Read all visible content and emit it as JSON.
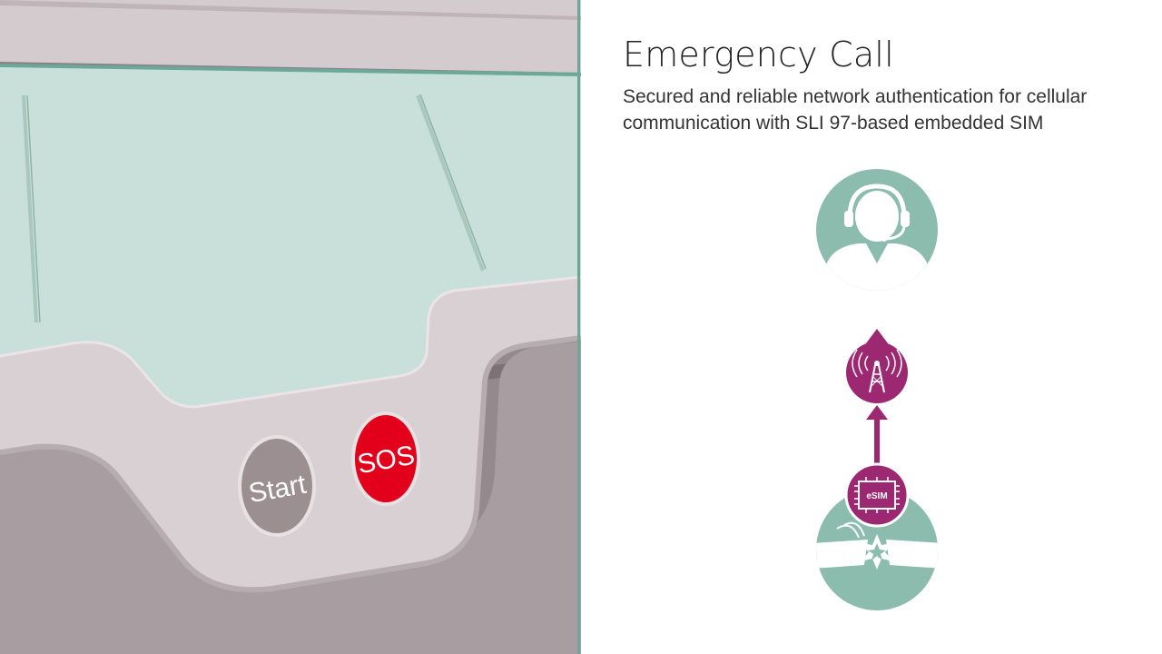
{
  "scene": {
    "start_button_label": "Start",
    "sos_button_label": "SOS"
  },
  "panel": {
    "title": "Emergency Call",
    "subtitle": "Secured and reliable network authentication for cellular communication with SLI 97-based embedded SIM"
  },
  "diagram": {
    "esim_label": "eSIM",
    "icons": [
      "call-center-agent-icon",
      "cell-tower-icon",
      "esim-chip-icon",
      "car-crash-icon"
    ]
  },
  "colors": {
    "teal": "#8cbcad",
    "magenta": "#9c2871",
    "sos_red": "#e2001a",
    "dashboard": "#d9d0d3",
    "windshield": "#c8e0d9"
  }
}
